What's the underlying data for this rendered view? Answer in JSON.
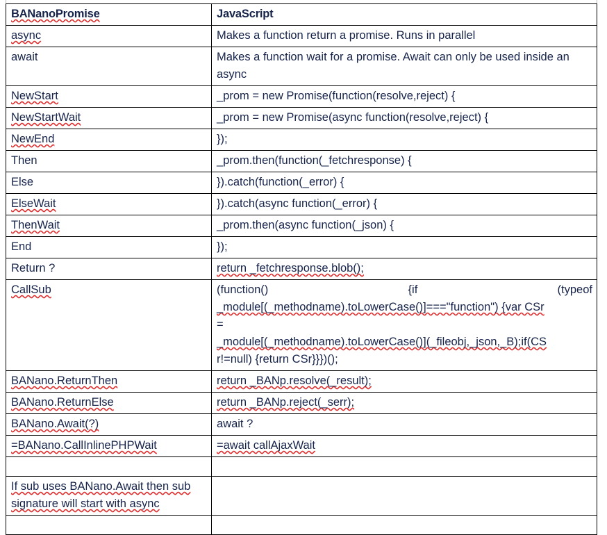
{
  "document": {
    "title": "BANanoPromise to JavaScript mapping table",
    "text_color": "#16234a",
    "border_color": "#000000",
    "spellcheck_underline_color": "#e03030",
    "page_background": "#ffffff",
    "margin_mark_color": "#b9b9b9"
  },
  "table": {
    "headers": [
      "BANanoPromise",
      "JavaScript"
    ],
    "rows": [
      {
        "banano": "async",
        "js": "Makes a function return a promise. Runs in parallel"
      },
      {
        "banano": "await",
        "js": "Makes a function wait for a promise. Await can only be used inside an async"
      },
      {
        "banano": "NewStart",
        "js": "_prom = new Promise(function(resolve,reject) {"
      },
      {
        "banano": "NewStartWait",
        "js": "_prom = new Promise(async function(resolve,reject) {"
      },
      {
        "banano": "NewEnd",
        "js": "});"
      },
      {
        "banano": "Then",
        "js": "_prom.then(function(_fetchresponse) {"
      },
      {
        "banano": "Else",
        "js": "}).catch(function(_error) {"
      },
      {
        "banano": "ElseWait",
        "js": "}).catch(async function(_error) {"
      },
      {
        "banano": "ThenWait",
        "js": "_prom.then(async function(_json) {"
      },
      {
        "banano": "End",
        "js": "});"
      },
      {
        "banano": "Return ?",
        "js": "return _fetchresponse.blob();"
      },
      {
        "banano": "CallSub",
        "js": "(function() {if (typeof _module[(_methodname).toLowerCase()]===\"function\") {var CSr = _module[(_methodname).toLowerCase()](_fileobj,_json,_B);if(CSr!=null) {return CSr}}})();",
        "js_lines": [
          "(function() {if (typeof",
          "_module[(_methodname).toLowerCase()]===\"function\") {var CSr",
          "=",
          "_module[(_methodname).toLowerCase()](_fileobj,_json,_B);if(CS",
          "r!=null) {return CSr}}})();"
        ]
      },
      {
        "banano": "BANano.ReturnThen",
        "js": "return _BANp.resolve(_result);"
      },
      {
        "banano": "BANano.ReturnElse",
        "js": "return _BANp.reject(_serr);"
      },
      {
        "banano": "BANano.Await(?)",
        "js": "await ?"
      },
      {
        "banano": "=BANano.CallInlinePHPWait",
        "js": "=await callAjaxWait"
      },
      {
        "banano": "",
        "js": ""
      },
      {
        "banano": "If sub uses BANano.Await then sub signature will start with async",
        "js": ""
      },
      {
        "banano": "",
        "js": ""
      }
    ]
  }
}
